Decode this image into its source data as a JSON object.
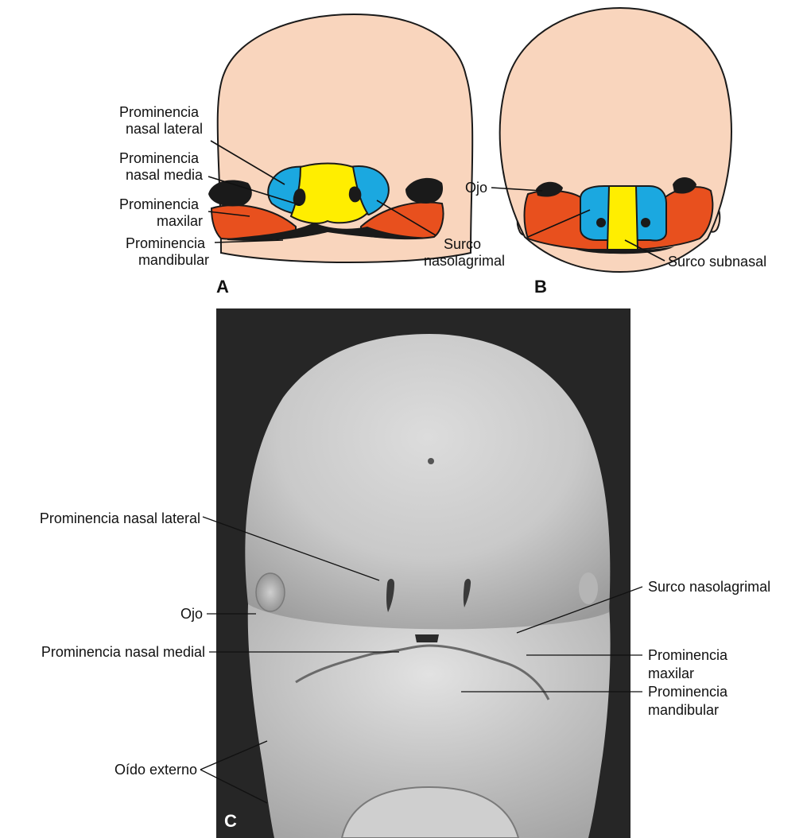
{
  "panels": {
    "a": {
      "letter": "A",
      "labels": {
        "nasal_lateral": [
          "Prominencia",
          "nasal lateral"
        ],
        "nasal_media": [
          "Prominencia",
          "nasal media"
        ],
        "maxilar": [
          "Prominencia",
          "maxilar"
        ],
        "mandibular": [
          "Prominencia",
          "mandibular"
        ],
        "surco_nasolagrimal": [
          "Surco",
          "nasolagrimal"
        ]
      }
    },
    "b": {
      "letter": "B",
      "labels": {
        "ojo": "Ojo",
        "surco_subnasal": "Surco subnasal"
      }
    },
    "c": {
      "letter": "C",
      "labels": {
        "nasal_lateral": "Prominencia nasal lateral",
        "ojo": "Ojo",
        "nasal_medial": "Prominencia nasal medial",
        "oido_externo": "Oído externo",
        "surco_nasolagrimal": "Surco nasolagrimal",
        "maxilar": [
          "Prominencia",
          "maxilar"
        ],
        "mandibular": [
          "Prominencia",
          "mandibular"
        ]
      }
    }
  },
  "colors": {
    "skin": "#f9d5bd",
    "nasal_lateral": "#1ba8e0",
    "nasal_medial": "#ffee00",
    "maxillary": "#e8501e",
    "eye": "#1a1a1a",
    "photo_background": "#262626"
  }
}
